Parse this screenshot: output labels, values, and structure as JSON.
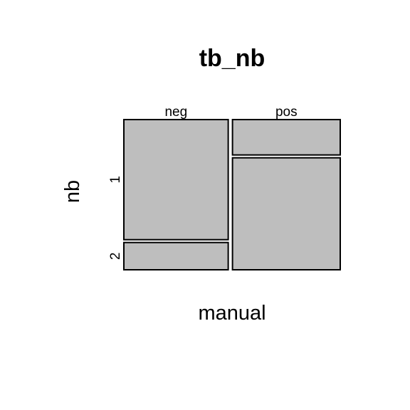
{
  "chart_data": {
    "type": "mosaic",
    "title": "tb_nb",
    "xlabel": "manual",
    "ylabel": "nb",
    "x_categories": [
      "neg",
      "pos"
    ],
    "y_categories": [
      "1",
      "2"
    ],
    "x_proportions": [
      0.492,
      0.508
    ],
    "cells": [
      {
        "x": "neg",
        "y": "1",
        "proportion_within_x": 0.815
      },
      {
        "x": "neg",
        "y": "2",
        "proportion_within_x": 0.185
      },
      {
        "x": "pos",
        "y": "1",
        "proportion_within_x": 0.24
      },
      {
        "x": "pos",
        "y": "2",
        "proportion_within_x": 0.76
      }
    ],
    "fill_color": "#bebebe",
    "border_color": "#000000"
  }
}
